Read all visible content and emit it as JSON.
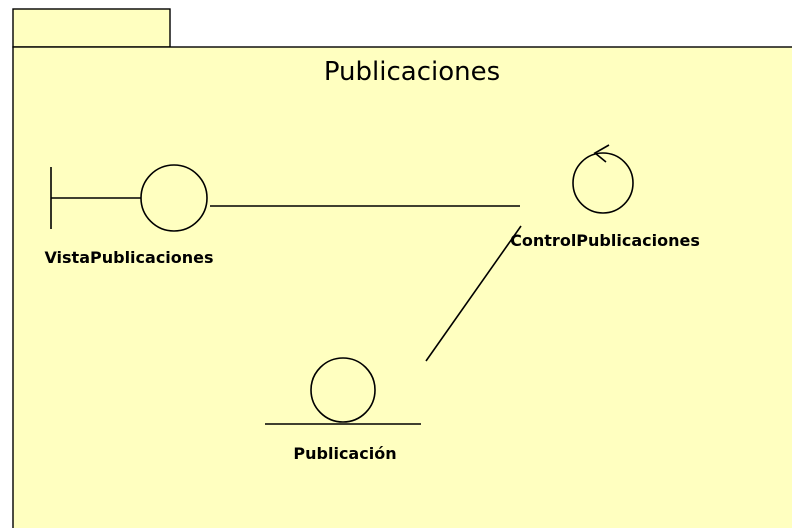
{
  "package": {
    "name": "Publicaciones"
  },
  "elements": {
    "boundary": {
      "stereotype": "boundary",
      "label": "VistaPublicaciones"
    },
    "control": {
      "stereotype": "control",
      "label": "ControlPublicaciones"
    },
    "entity": {
      "stereotype": "entity",
      "label": "Publicación"
    }
  },
  "colors": {
    "package_fill": "#ffffc0",
    "stroke": "#000000"
  }
}
